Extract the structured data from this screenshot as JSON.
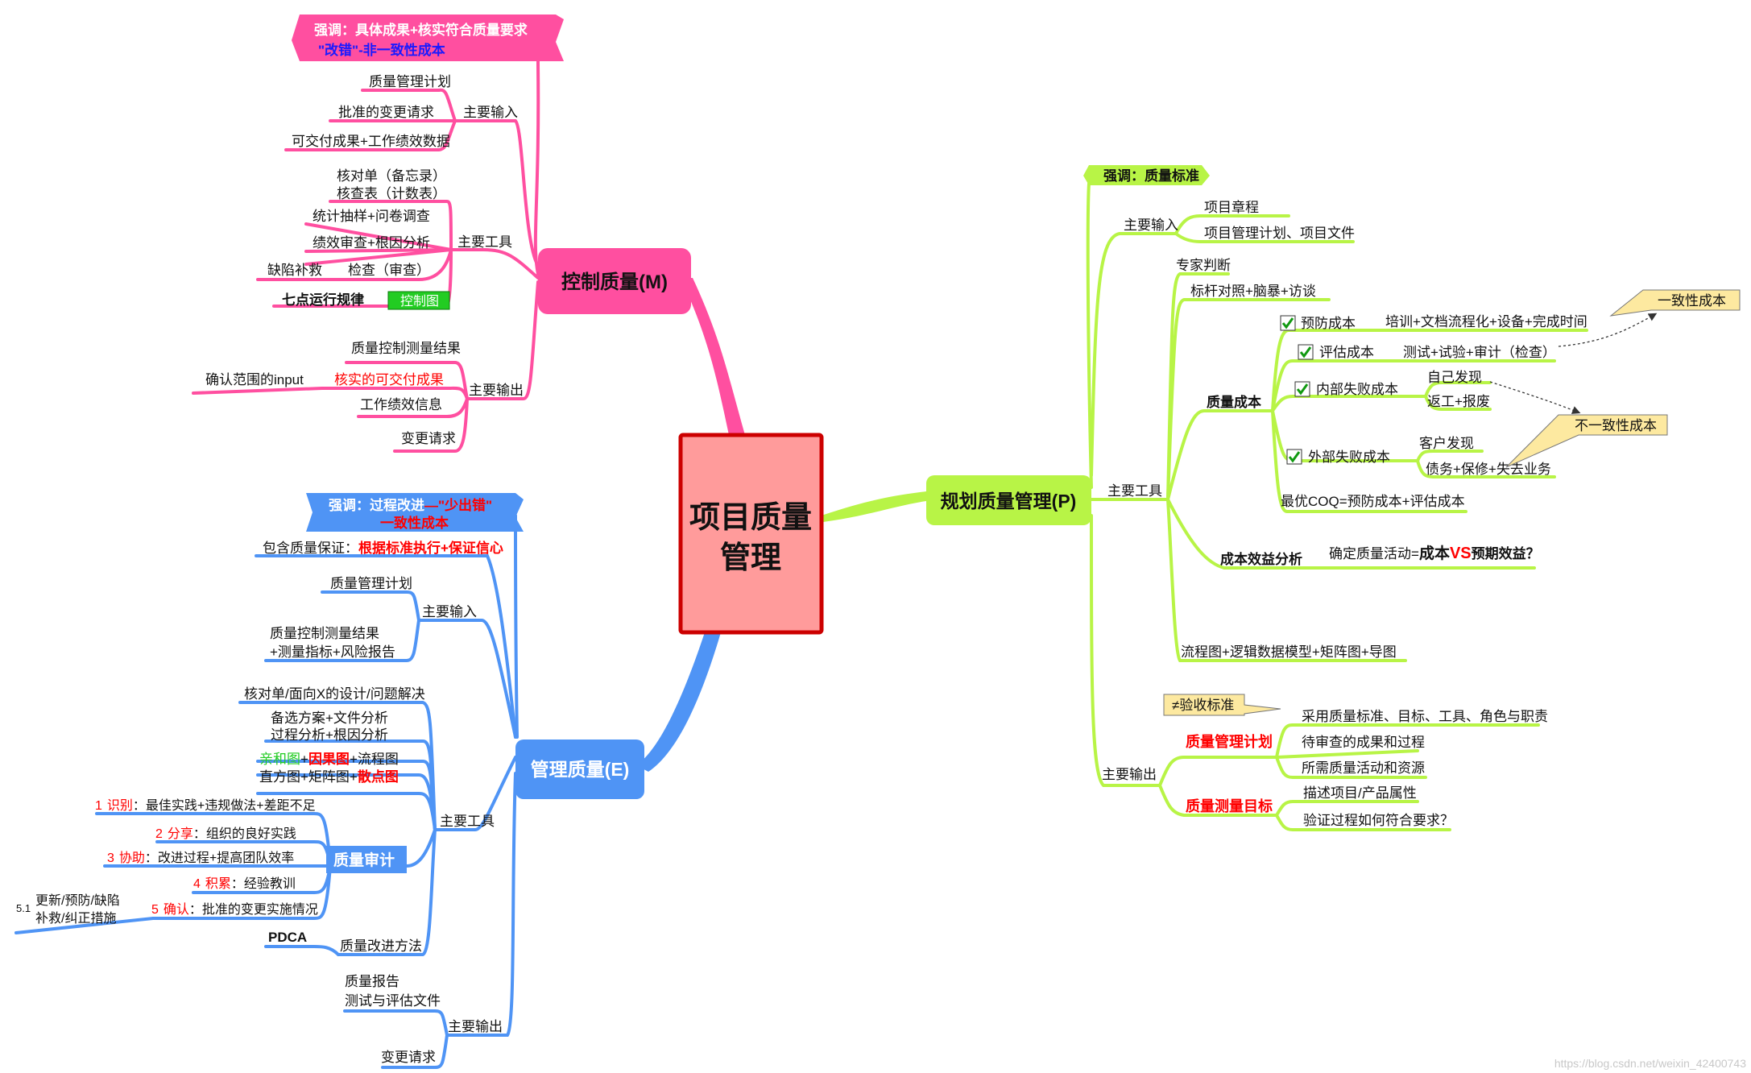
{
  "center": {
    "title_line1": "项目质量",
    "title_line2": "管理"
  },
  "colors": {
    "pink": "#ff4fa0",
    "blue": "#4f94f5",
    "lime": "#b8f446",
    "center_fill": "#ff9b9b",
    "center_border": "#cc0000",
    "yellow_note": "#fde9a0"
  },
  "control": {
    "title": "控制质量(M)",
    "banner_line1": "强调：具体成果+核实符合质量要求",
    "banner_line2": "\"改错\"-非一致性成本",
    "inputs": {
      "label": "主要输入",
      "items": [
        "质量管理计划",
        "批准的变更请求",
        "可交付成果+工作绩效数据"
      ]
    },
    "tools": {
      "label": "主要工具",
      "items": [
        "核对单（备忘录）",
        "核查表（计数表）",
        "统计抽样+问卷调查",
        "绩效审查+根因分析",
        "检查（审查）",
        "控制图"
      ],
      "defect": "缺陷补救",
      "seven": "七点运行规律"
    },
    "outputs": {
      "label": "主要输出",
      "items": [
        "质量控制测量结果",
        "核实的可交付成果",
        "工作绩效信息",
        "变更请求"
      ],
      "scope_note": "确认范围的input"
    }
  },
  "manage": {
    "title": "管理质量(E)",
    "banner_line1": "强调：过程改进",
    "banner_dash": "—",
    "banner_quote": "\"少出错\"",
    "banner_line2": "一致性成本",
    "assurance_prefix": "包含质量保证：",
    "assurance_emph": "根据标准执行+保证信心",
    "inputs": {
      "label": "主要输入",
      "items": [
        "质量管理计划",
        "质量控制测量结果",
        "+测量指标+风险报告"
      ]
    },
    "tools": {
      "label": "主要工具",
      "item1": "核对单/面向X的设计/问题解决",
      "item2": "备选方案+文件分析",
      "item3": "过程分析+根因分析",
      "item4_a": "亲和图",
      "item4_plus1": "+",
      "item4_b": "因果图",
      "item4_c": "+流程图",
      "item5_a": "直方图+矩阵图+",
      "item5_b": "散点图"
    },
    "audit": {
      "label": "质量审计",
      "rows": [
        {
          "num": "1",
          "key": "识别",
          "text": "：最佳实践+违规做法+差距不足"
        },
        {
          "num": "2",
          "key": "分享",
          "text": "：组织的良好实践"
        },
        {
          "num": "3",
          "key": "协助",
          "text": "：改进过程+提高团队效率"
        },
        {
          "num": "4",
          "key": "积累",
          "text": "：经验教训"
        },
        {
          "num": "5",
          "key": "确认",
          "text": "：批准的变更实施情况"
        }
      ],
      "sub_num": "5.1",
      "sub_line1": "更新/预防/缺陷",
      "sub_line2": "补救/纠正措施"
    },
    "improve": {
      "label": "质量改进方法",
      "pdca": "PDCA"
    },
    "outputs": {
      "label": "主要输出",
      "items": [
        "质量报告",
        "测试与评估文件",
        "变更请求"
      ]
    }
  },
  "plan": {
    "title": "规划质量管理(P)",
    "banner": "强调：质量标准",
    "inputs": {
      "label": "主要输入",
      "items": [
        "项目章程",
        "项目管理计划、项目文件"
      ]
    },
    "tools": {
      "label": "主要工具",
      "expert": "专家判断",
      "bench": "标杆对照+脑暴+访谈",
      "cost": {
        "label": "质量成本",
        "prevention": "预防成本",
        "prevention_detail": "培训+文档流程化+设备+完成时间",
        "appraisal": "评估成本",
        "appraisal_detail": "测试+试验+审计（检查）",
        "internal": "内部失败成本",
        "internal_a": "自己发现",
        "internal_b": "返工+报废",
        "external": "外部失败成本",
        "external_a": "客户发现",
        "external_b": "债务+保修+失去业务",
        "optimal": "最优COQ=预防成本+评估成本",
        "conformance_note": "一致性成本",
        "nonconformance_note": "不一致性成本"
      },
      "cba": {
        "label": "成本效益分析",
        "detail_a": "确定质量活动=",
        "detail_b": "成本",
        "detail_vs": "VS",
        "detail_c": "预期效益？"
      },
      "flow": "流程图+逻辑数据模型+矩阵图+导图"
    },
    "outputs": {
      "label": "主要输出",
      "callout": "≠验收标准",
      "plan_label": "质量管理计划",
      "plan_items": [
        "采用质量标准、目标、工具、角色与职责",
        "待审查的成果和过程",
        "所需质量活动和资源"
      ],
      "metric_label": "质量测量目标",
      "metric_items": [
        "描述项目/产品属性",
        "验证过程如何符合要求？"
      ]
    }
  },
  "watermark": "https://blog.csdn.net/weixin_42400743"
}
